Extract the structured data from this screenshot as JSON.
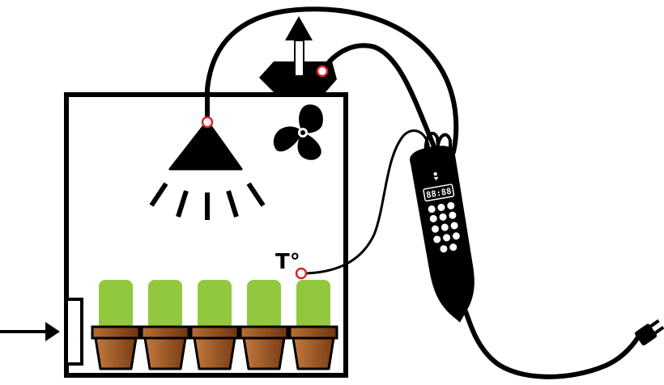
{
  "diagram": {
    "sensor_label": "T°",
    "controller_display": "88:88",
    "pot_count": 5,
    "colors": {
      "line": "#000000",
      "plant": "#92c83e",
      "pot_light": "#c27a3e",
      "pot_dark": "#7a3d14",
      "connector": "#d7262f",
      "background": "#ffffff"
    }
  }
}
